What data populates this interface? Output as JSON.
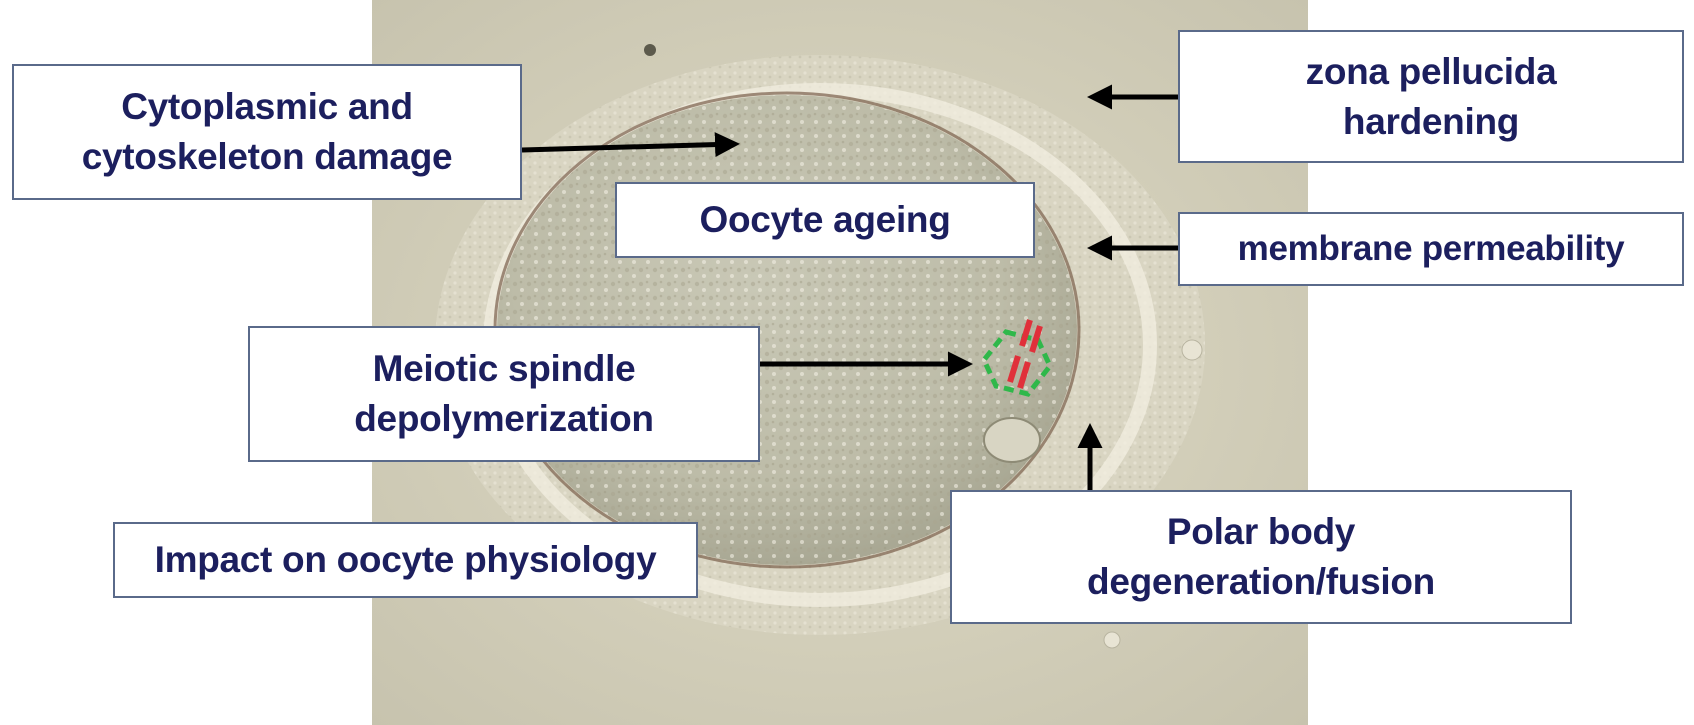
{
  "labels": {
    "cytoplasmic": "Cytoplasmic and\ncytoskeleton damage",
    "zona": "zona pellucida\nhardening",
    "ageing": "Oocyte ageing",
    "membrane": "membrane permeability",
    "meiotic": "Meiotic spindle\ndepolymerization",
    "impact": "Impact on oocyte physiology",
    "polar": "Polar body\ndegeneration/fusion"
  },
  "colors": {
    "text": "#1c1f5e",
    "arrow": "#000000",
    "spindle_green": "#2fb84a",
    "spindle_red": "#e0303a"
  }
}
